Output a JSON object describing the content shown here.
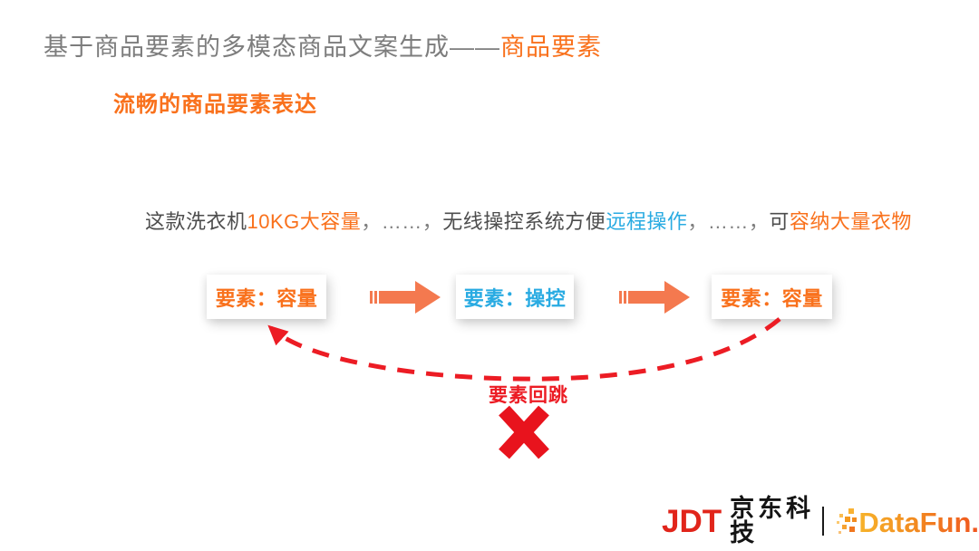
{
  "slide": {
    "title": {
      "prefix": "基于商品要素的多模态商品文案生成——",
      "highlight": "商品要素"
    },
    "subtitle": "流畅的商品要素表达",
    "sentence": {
      "segments": [
        {
          "text": "这款洗衣机",
          "color": "#4d4d4d"
        },
        {
          "text": "10KG大容量",
          "color": "#f9711c"
        },
        {
          "text": "，……，",
          "color": "#808080"
        },
        {
          "text": "无线操控系统方便",
          "color": "#4d4d4d"
        },
        {
          "text": "远程操作",
          "color": "#29abe2"
        },
        {
          "text": "，……，",
          "color": "#808080"
        },
        {
          "text": "可",
          "color": "#4d4d4d"
        },
        {
          "text": "容纳大量衣物",
          "color": "#f9711c"
        }
      ]
    },
    "flow": {
      "boxes": [
        {
          "label": "要素：容量",
          "color": "#f9711c"
        },
        {
          "label": "要素：操控",
          "color": "#29abe2"
        },
        {
          "label": "要素：容量",
          "color": "#f9711c"
        }
      ]
    },
    "jump_label": "要素回跳",
    "footer": {
      "jdt": "JDT",
      "jd_tech": "京东科技",
      "datafun": "DataFun."
    }
  },
  "colors": {
    "accent_orange": "#f9711c",
    "accent_blue": "#29abe2",
    "alert_red": "#ec1c24",
    "arrow_orange": "#f4794f",
    "jd_red": "#e1251b",
    "title_gray": "#7d7d7d",
    "body_gray": "#4d4d4d",
    "datafun_gradient_start": "#f7b32b",
    "datafun_gradient_end": "#f0551f"
  }
}
